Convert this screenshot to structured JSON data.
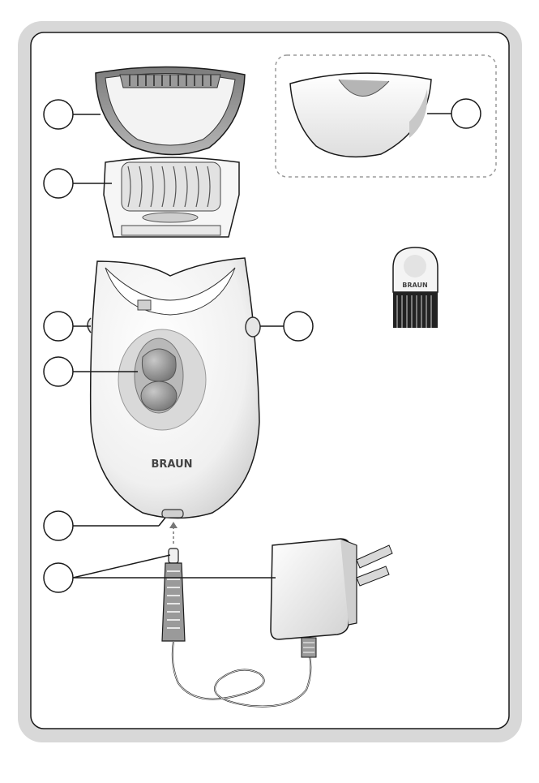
{
  "brand": {
    "logo_text": "BRAUN",
    "brush_logo_text": "BRAUN"
  },
  "callouts": [
    {
      "name": "callout-circle-cap"
    },
    {
      "name": "callout-circle-epilation-head"
    },
    {
      "name": "callout-circle-light-window"
    },
    {
      "name": "callout-circle-switch"
    },
    {
      "name": "callout-circle-release-button"
    },
    {
      "name": "callout-circle-socket"
    },
    {
      "name": "callout-circle-power-plug"
    },
    {
      "name": "callout-circle-optional-cap"
    }
  ],
  "colors": {
    "frame_outer": "#d8d8d8",
    "frame_inner": "#ffffff",
    "outline": "#1a1a1a",
    "device_body": "#f2f2f2",
    "switch_ring": "#d9d9d9",
    "switch_knob": "#9a9a9a",
    "cap_grey": "#8a8a8a",
    "dashed_box": "#9a9a9a"
  },
  "icons": {
    "epilator": "epilator-icon",
    "cap": "cap-icon",
    "head": "epilation-head-icon",
    "brush": "cleaning-brush-icon",
    "adapter": "power-adapter-icon",
    "plug": "appliance-plug-icon"
  }
}
